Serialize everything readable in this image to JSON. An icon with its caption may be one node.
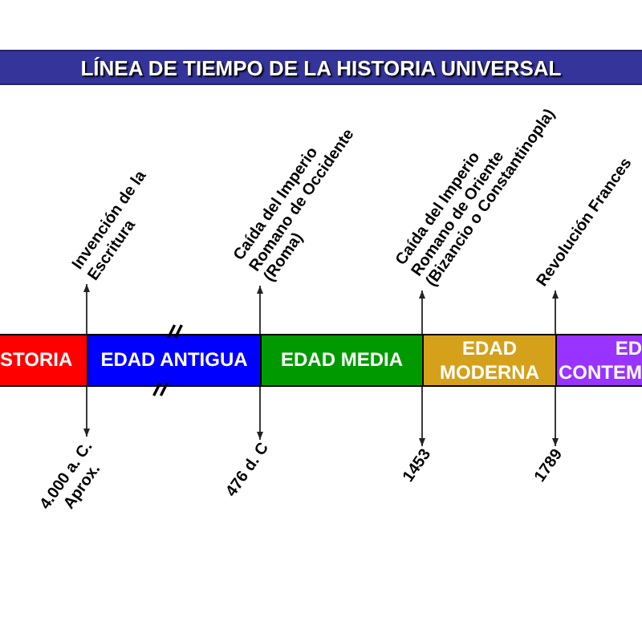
{
  "diagram": {
    "title": "LÍNEA DE TIEMPO DE LA HISTORIA UNIVERSAL",
    "nodes": [
      {
        "text": [
          "Invención de la Escritura"
        ]
      },
      {
        "text": [
          "Caída del Imperio Romano de Occidente",
          "(Roma)"
        ]
      },
      {
        "text": [
          "Caída del Imperio Romano de Oriente",
          "(Bizancio o Constantinopla)"
        ]
      },
      {
        "text": [
          "Revolución Frances"
        ]
      },
      {
        "text": [
          "STORIA"
        ]
      },
      {
        "text": [
          "EDAD ANTIGUA"
        ]
      },
      {
        "text": [
          "EDAD MEDIA"
        ]
      },
      {
        "text": [
          "EDAD MODERNA"
        ]
      },
      {
        "text": [
          "ED CONTEM"
        ]
      },
      {
        "text": [
          "4.000 a. C. Aprox."
        ]
      },
      {
        "text": [
          "476 d. C"
        ]
      },
      {
        "text": [
          "1453"
        ]
      },
      {
        "text": [
          "1789"
        ]
      }
    ],
    "edges": [
      {
        "from": 9,
        "to": 0,
        "arrow": "both"
      },
      {
        "from": 10,
        "to": 1,
        "arrow": "both"
      },
      {
        "from": 11,
        "to": 2,
        "arrow": "both"
      },
      {
        "from": 12,
        "to": 3,
        "arrow": "both"
      }
    ]
  }
}
